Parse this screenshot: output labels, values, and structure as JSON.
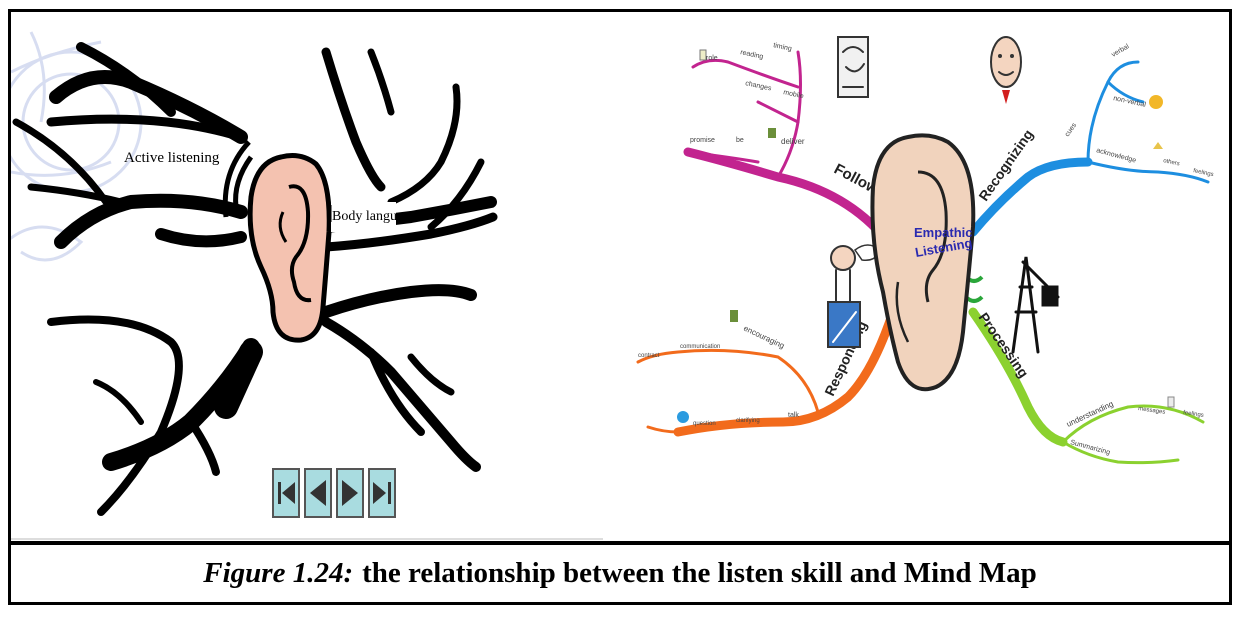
{
  "figure": {
    "left_diagram": {
      "label_active_listening": "Active listening",
      "label_body_language": "Body languag"
    },
    "mind_map": {
      "center": {
        "line1": "Empathic",
        "line2": "Listening"
      },
      "branches": [
        {
          "name": "Follow-up",
          "color": "#c2248f",
          "items": [
            "role",
            "reading",
            "timing",
            "changes",
            "mobile",
            "promise",
            "be",
            "deliver"
          ]
        },
        {
          "name": "Recognizing",
          "color": "#1d8ee0",
          "items": [
            "cues",
            "verbal",
            "non-verbal",
            "acknowledge",
            "others",
            "feelings"
          ]
        },
        {
          "name": "Responding",
          "color": "#f26b1c",
          "items": [
            "communication",
            "encouraging",
            "contract",
            "question",
            "clarifying",
            "talk"
          ]
        },
        {
          "name": "Processing",
          "color": "#8bd12f",
          "items": [
            "understanding",
            "messages",
            "feelings",
            "Summarizing"
          ]
        }
      ]
    },
    "nav_buttons": [
      "first-icon",
      "prev-icon",
      "next-icon",
      "last-icon"
    ],
    "caption_number": "Figure 1.24:",
    "caption_text": "the relationship between the listen skill and Mind Map"
  }
}
